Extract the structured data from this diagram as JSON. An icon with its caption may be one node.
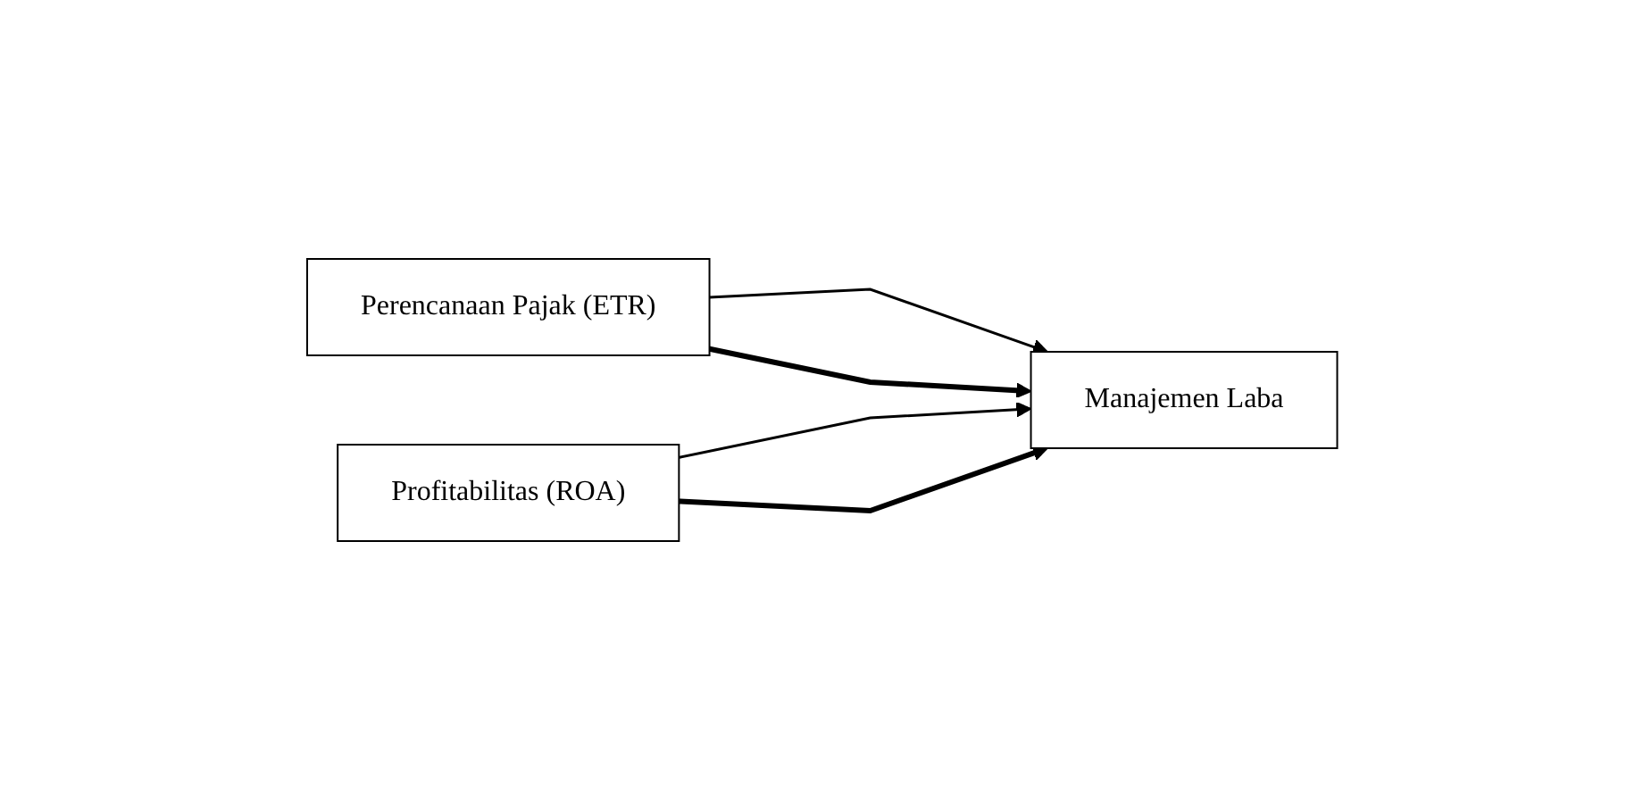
{
  "diagram": {
    "nodes": [
      {
        "text": [
          "Perencanaan Pajak (ETR)"
        ]
      },
      {
        "text": [
          "Profitabilitas (ROA)"
        ]
      },
      {
        "text": [
          "Manajemen Laba"
        ]
      }
    ],
    "edges": [
      {
        "from": 0,
        "to": 2,
        "arrow": "to"
      },
      {
        "from": 1,
        "to": 2,
        "arrow": "to"
      },
      {
        "from": 0,
        "to": 2,
        "arrow": "to",
        "style": "thick"
      },
      {
        "from": 1,
        "to": 2,
        "arrow": "to",
        "style": "thick"
      }
    ]
  }
}
